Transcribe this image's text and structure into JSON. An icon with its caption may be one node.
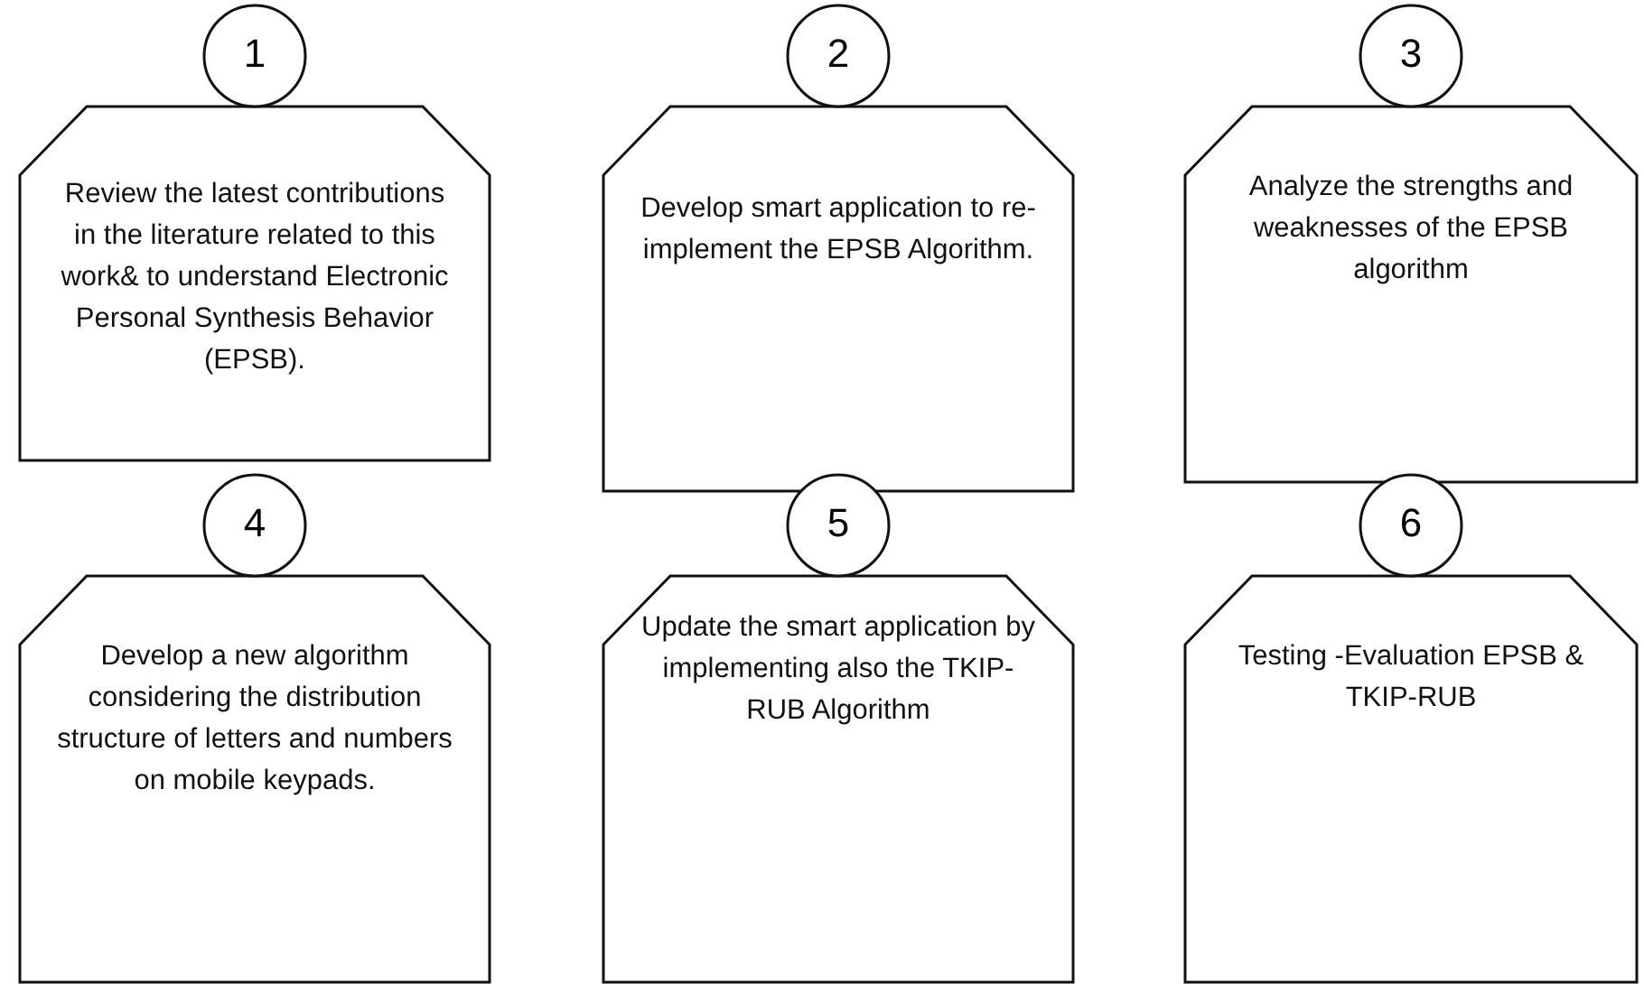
{
  "diagram": {
    "nodes": [
      {
        "text": [
          "1"
        ]
      },
      {
        "text": [
          "Review the latest contributions in the literature related to this work& to understand Electronic Personal Synthesis Behavior (EPSB)."
        ]
      },
      {
        "text": [
          "2"
        ]
      },
      {
        "text": [
          "Develop smart application to re-implement the EPSB Algorithm."
        ]
      },
      {
        "text": [
          "3"
        ]
      },
      {
        "text": [
          "Analyze the strengths and weaknesses of the EPSB algorithm"
        ]
      },
      {
        "text": [
          "4"
        ]
      },
      {
        "text": [
          "Develop a new algorithm considering the distribution structure of letters and numbers on mobile keypads."
        ]
      },
      {
        "text": [
          "5"
        ]
      },
      {
        "text": [
          "Update the smart application by implementing also the TKIP-RUB Algorithm"
        ]
      },
      {
        "text": [
          "6"
        ]
      },
      {
        "text": [
          "Testing -Evaluation EPSB & TKIP-RUB"
        ]
      }
    ],
    "edges": []
  }
}
